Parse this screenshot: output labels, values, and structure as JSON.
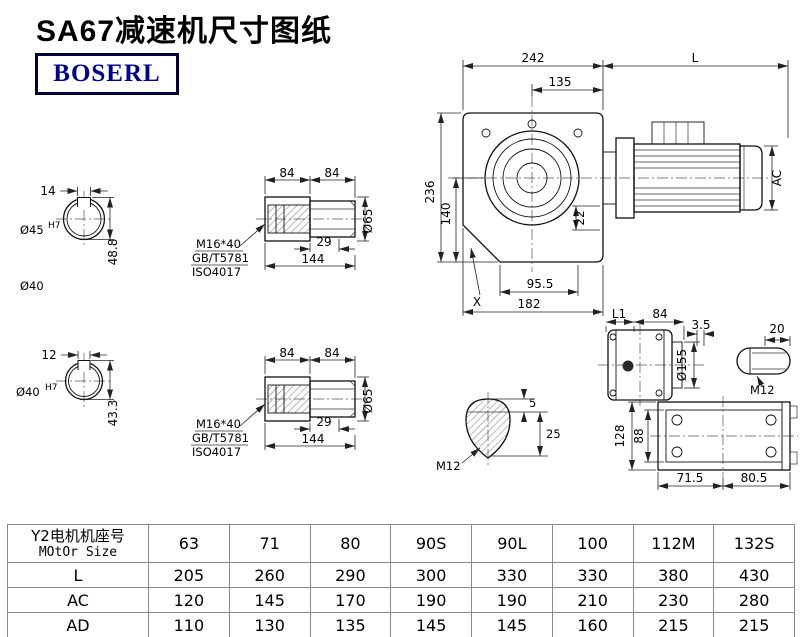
{
  "header": {
    "title": "SA67减速机尺寸图纸",
    "logo": "BOSERL"
  },
  "views": {
    "section_a": {
      "key_width": "14",
      "dia": "Ø45",
      "tol": "H7",
      "key_height": "48.8",
      "note": "Ø40"
    },
    "section_b": {
      "key_width": "12",
      "dia": "Ø40",
      "tol": "H7",
      "key_height": "43.3"
    },
    "shaft_a": {
      "seg1": "84",
      "seg2": "84",
      "key_len": "29",
      "total_len": "144",
      "dia": "Ø65",
      "bolt": "M16*40",
      "std1": "GB/T5781",
      "std2": "ISO4017"
    },
    "shaft_b": {
      "seg1": "84",
      "seg2": "84",
      "key_len": "29",
      "total_len": "144",
      "dia": "Ø65",
      "bolt": "M16*40",
      "std1": "GB/T5781",
      "std2": "ISO4017"
    },
    "front": {
      "width_242": "242",
      "motor_len": "L",
      "width_135": "135",
      "height_236": "236",
      "height_140": "140",
      "hub_22": "22",
      "width_955": "95.5",
      "width_182": "182",
      "mark_x": "X",
      "motor_dia": "AC"
    },
    "side": {
      "len_l1": "L1",
      "len_84": "84",
      "gap_35": "3.5",
      "stud_len": "20",
      "flange_dia": "Ø155",
      "thread": "M12"
    },
    "plug": {
      "dim_5": "5",
      "dim_25": "25",
      "thread": "M12"
    },
    "bottom": {
      "height_128": "128",
      "height_88": "88",
      "width_715": "71.5",
      "width_805": "80.5"
    }
  },
  "table": {
    "row_header": {
      "line1": "Y2电机机座号",
      "line2": "MOtOr Size"
    },
    "columns": [
      "63",
      "71",
      "80",
      "90S",
      "90L",
      "100",
      "112M",
      "132S"
    ],
    "rows": [
      {
        "label": "L",
        "values": [
          "205",
          "260",
          "290",
          "300",
          "330",
          "330",
          "380",
          "430"
        ]
      },
      {
        "label": "AC",
        "values": [
          "120",
          "145",
          "170",
          "190",
          "190",
          "210",
          "230",
          "280"
        ]
      },
      {
        "label": "AD",
        "values": [
          "110",
          "130",
          "135",
          "145",
          "145",
          "160",
          "215",
          "215"
        ]
      }
    ]
  }
}
